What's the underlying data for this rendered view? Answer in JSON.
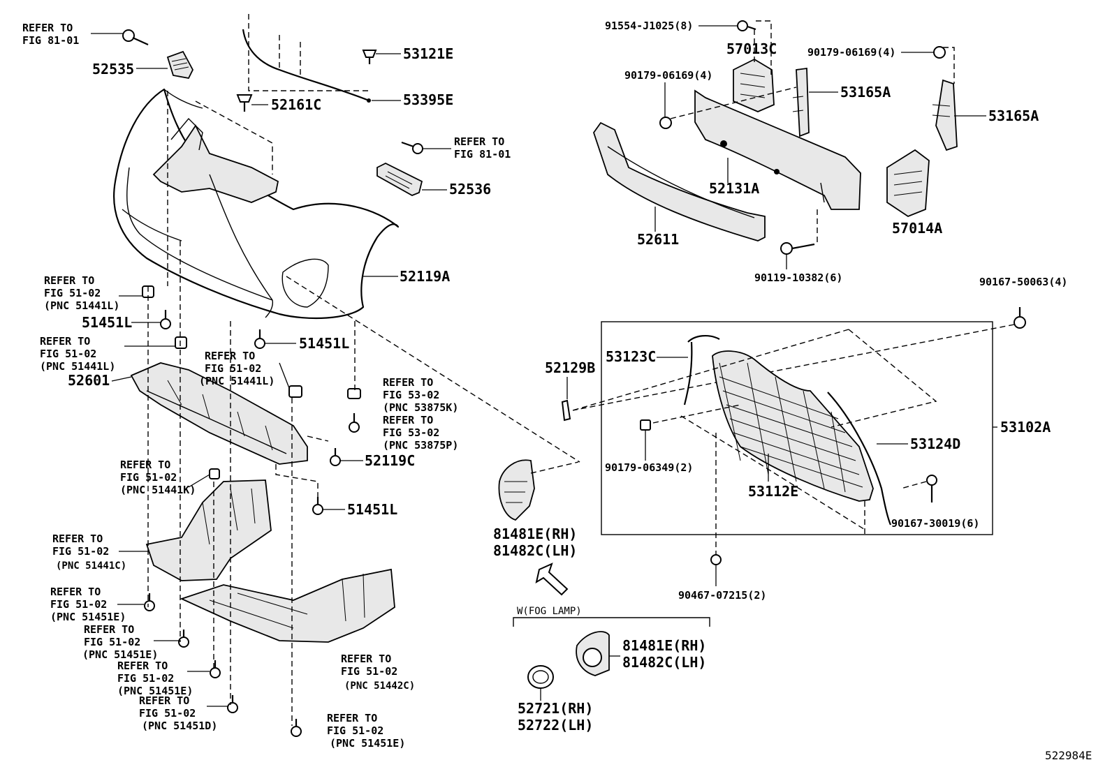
{
  "diagram_id": "522984E",
  "labels": {
    "refer_fig8101_a": [
      "REFER TO",
      "FIG 81-01"
    ],
    "p52535": "52535",
    "p53121E": "53121E",
    "p52161C": "52161C",
    "p53395E": "53395E",
    "refer_fig8101_b": [
      "REFER TO",
      "FIG 81-01"
    ],
    "p52536": "52536",
    "p52119A": "52119A",
    "refer_5102_l1": [
      "REFER TO",
      "FIG 51-02",
      "(PNC 51441L)"
    ],
    "p51451L_a": "51451L",
    "p51451L_b": "51451L",
    "refer_5102_l2": [
      "REFER TO",
      "FIG 51-02",
      "(PNC 51441L)"
    ],
    "refer_5102_l3": [
      "REFER TO",
      "FIG 51-02",
      "(PNC 51441L)"
    ],
    "p52601": "52601",
    "refer_5302_k": [
      "REFER TO",
      "FIG 53-02",
      "(PNC 53875K)"
    ],
    "refer_5302_p": [
      "REFER TO",
      "FIG 53-02",
      "(PNC 53875P)"
    ],
    "p52119C": "52119C",
    "refer_5102_k": [
      "REFER TO",
      "FIG 51-02",
      "(PNC 51441K)"
    ],
    "p51451L_c": "51451L",
    "refer_5102_c": [
      "REFER TO",
      "FIG 51-02",
      "(PNC 51441C)"
    ],
    "refer_5102_e1": [
      "REFER TO",
      "FIG 51-02",
      "(PNC 51451E)"
    ],
    "refer_5102_e2": [
      "REFER TO",
      "FIG 51-02",
      "(PNC 51451E)"
    ],
    "refer_5102_e3": [
      "REFER TO",
      "FIG 51-02",
      "(PNC 51451E)"
    ],
    "refer_5102_d": [
      "REFER TO",
      "FIG 51-02",
      "(PNC 51451D)"
    ],
    "refer_5102_e4": [
      "REFER TO",
      "FIG 51-02",
      "(PNC 51451E)"
    ],
    "refer_5102_442c": [
      "REFER TO",
      "FIG 51-02",
      "(PNC 51442C)"
    ],
    "p91554": "91554-J1025(8)",
    "p57013C": "57013C",
    "p90179_a": "90179-06169(4)",
    "p90179_b": "90179-06169(4)",
    "p53165A_a": "53165A",
    "p53165A_b": "53165A",
    "p52131A": "52131A",
    "p52611": "52611",
    "p57014A": "57014A",
    "p90119": "90119-10382(6)",
    "p90167_50063": "90167-50063(4)",
    "p52129B": "52129B",
    "p53123C": "53123C",
    "p53102A": "53102A",
    "p53124D": "53124D",
    "p90179_06349": "90179-06349(2)",
    "p53112E": "53112E",
    "p90167_30019": "90167-30019(6)",
    "p81481E_a": "81481E(RH)",
    "p81482C_a": "81482C(LH)",
    "p90467": "90467-07215(2)",
    "fog_lamp": "W(FOG LAMP)",
    "p81481E_b": "81481E(RH)",
    "p81482C_b": "81482C(LH)",
    "p52721": "52721(RH)",
    "p52722": "52722(LH)"
  }
}
